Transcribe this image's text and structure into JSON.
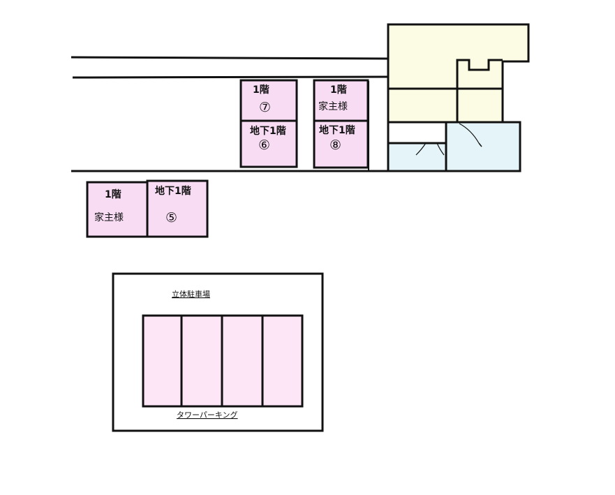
{
  "colors": {
    "unit_fill": "#f8dcf3",
    "tower_fill": "#fde6f6",
    "house_fill": "#fcfce4",
    "entry_fill": "#e4f4f8",
    "line": "#111111"
  },
  "units": {
    "u7": {
      "floor": "1階",
      "number": "⑦"
    },
    "u6": {
      "floor": "地下1階",
      "number": "⑥"
    },
    "u_owner_top": {
      "floor": "1階",
      "tenant": "家主様"
    },
    "u8": {
      "floor": "地下1階",
      "number": "⑧"
    },
    "u_owner_left": {
      "floor": "1階",
      "tenant": "家主様"
    },
    "u5": {
      "floor": "地下1階",
      "number": "⑤"
    }
  },
  "parking": {
    "title": "立体駐車場",
    "tower_label": "タワーパーキング"
  }
}
